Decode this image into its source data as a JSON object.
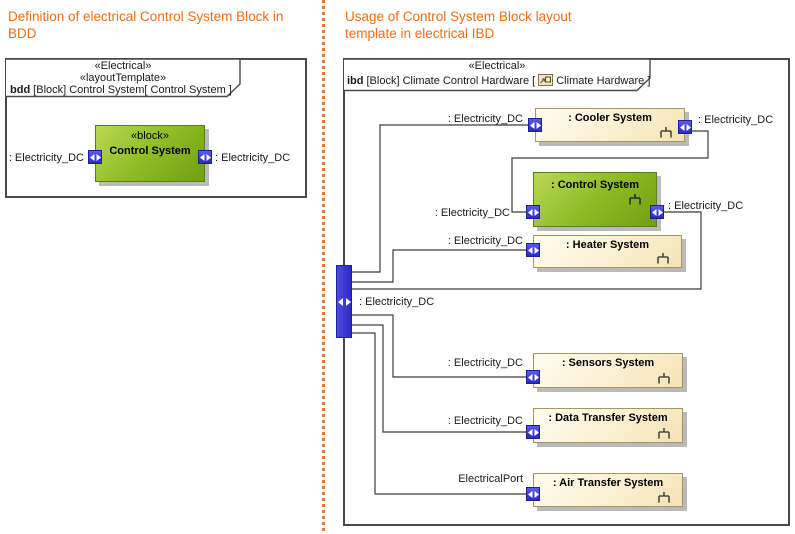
{
  "colors": {
    "title_orange": "#f06d13",
    "divider_orange": "#e87722",
    "frame_border": "#4a4a4a",
    "block_green_top": "#b8d955",
    "block_green_bottom": "#6fa011",
    "block_cream_top": "#fffdf0",
    "block_cream_bottom": "#f3e4b4",
    "cream_border": "#a89660",
    "green_border": "#55801e",
    "port_blue": "#3636cf",
    "connector": "#3c3c3c"
  },
  "left_panel": {
    "title": "Definition of electrical Control System Block in BDD",
    "frame": {
      "stereotype1": "«Electrical»",
      "stereotype2": "«layoutTemplate»",
      "heading_kind": "bdd",
      "heading_rest": "[Block] Control System[ Control System ]"
    },
    "block": {
      "stereotype": "«block»",
      "name": "Control System",
      "left_port_label": ": Electricity_DC",
      "right_port_label": ": Electricity_DC"
    }
  },
  "right_panel": {
    "title": "Usage of Control System Block layout template in electrical IBD",
    "frame": {
      "stereotype1": "«Electrical»",
      "heading_kind": "ibd",
      "heading_pre": "[Block] Climate Control Hardware [",
      "heading_post": "Climate Hardware ]"
    },
    "boundary_port": {
      "label": ": Electricity_DC"
    },
    "parts": [
      {
        "name": ": Cooler System",
        "left_label": ": Electricity_DC",
        "right_label": ": Electricity_DC"
      },
      {
        "name": ": Control System",
        "left_label": ": Electricity_DC",
        "right_label": ": Electricity_DC"
      },
      {
        "name": ": Heater System",
        "left_label": ": Electricity_DC"
      },
      {
        "name": ": Sensors System",
        "left_label": ": Electricity_DC"
      },
      {
        "name": ": Data Transfer System",
        "left_label": ": Electricity_DC"
      },
      {
        "name": ": Air Transfer System",
        "left_label": "ElectricalPort"
      }
    ]
  }
}
